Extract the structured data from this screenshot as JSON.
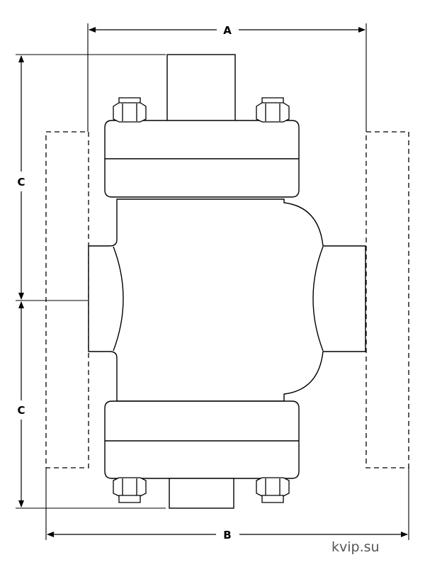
{
  "dimensions": {
    "width_label": "A",
    "overall_width_label": "B",
    "upper_half_label": "C",
    "lower_half_label": "C"
  },
  "watermark": "kvip.su",
  "colors": {
    "line": "#000000",
    "hidden": "#000000",
    "watermark": "#555555"
  }
}
